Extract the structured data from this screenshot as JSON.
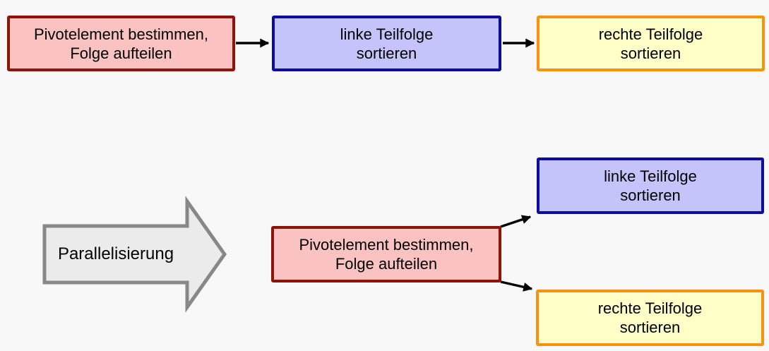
{
  "diagram": {
    "sequential_flow": {
      "pivot_step": {
        "line1": "Pivotelement bestimmen,",
        "line2": "Folge aufteilen"
      },
      "left_step": {
        "line1": "linke Teilfolge",
        "line2": "sortieren"
      },
      "right_step": {
        "line1": "rechte Teilfolge",
        "line2": "sortieren"
      }
    },
    "transform_arrow": {
      "label": "Parallelisierung"
    },
    "parallel_flow": {
      "pivot_step": {
        "line1": "Pivotelement bestimmen,",
        "line2": "Folge aufteilen"
      },
      "left_branch": {
        "line1": "linke Teilfolge",
        "line2": "sortieren"
      },
      "right_branch": {
        "line1": "rechte Teilfolge",
        "line2": "sortieren"
      }
    },
    "colors": {
      "background": "#f8f8f8",
      "pivot_fill": "#fbc2c2",
      "pivot_border": "#8e1308",
      "left_fill": "#c4c4fb",
      "left_border": "#0c0ca0",
      "right_fill": "#ffffc8",
      "right_border": "#f79310",
      "transform_arrow_fill": "#ebebeb",
      "transform_arrow_border": "#888888",
      "connector": "#000000"
    }
  }
}
